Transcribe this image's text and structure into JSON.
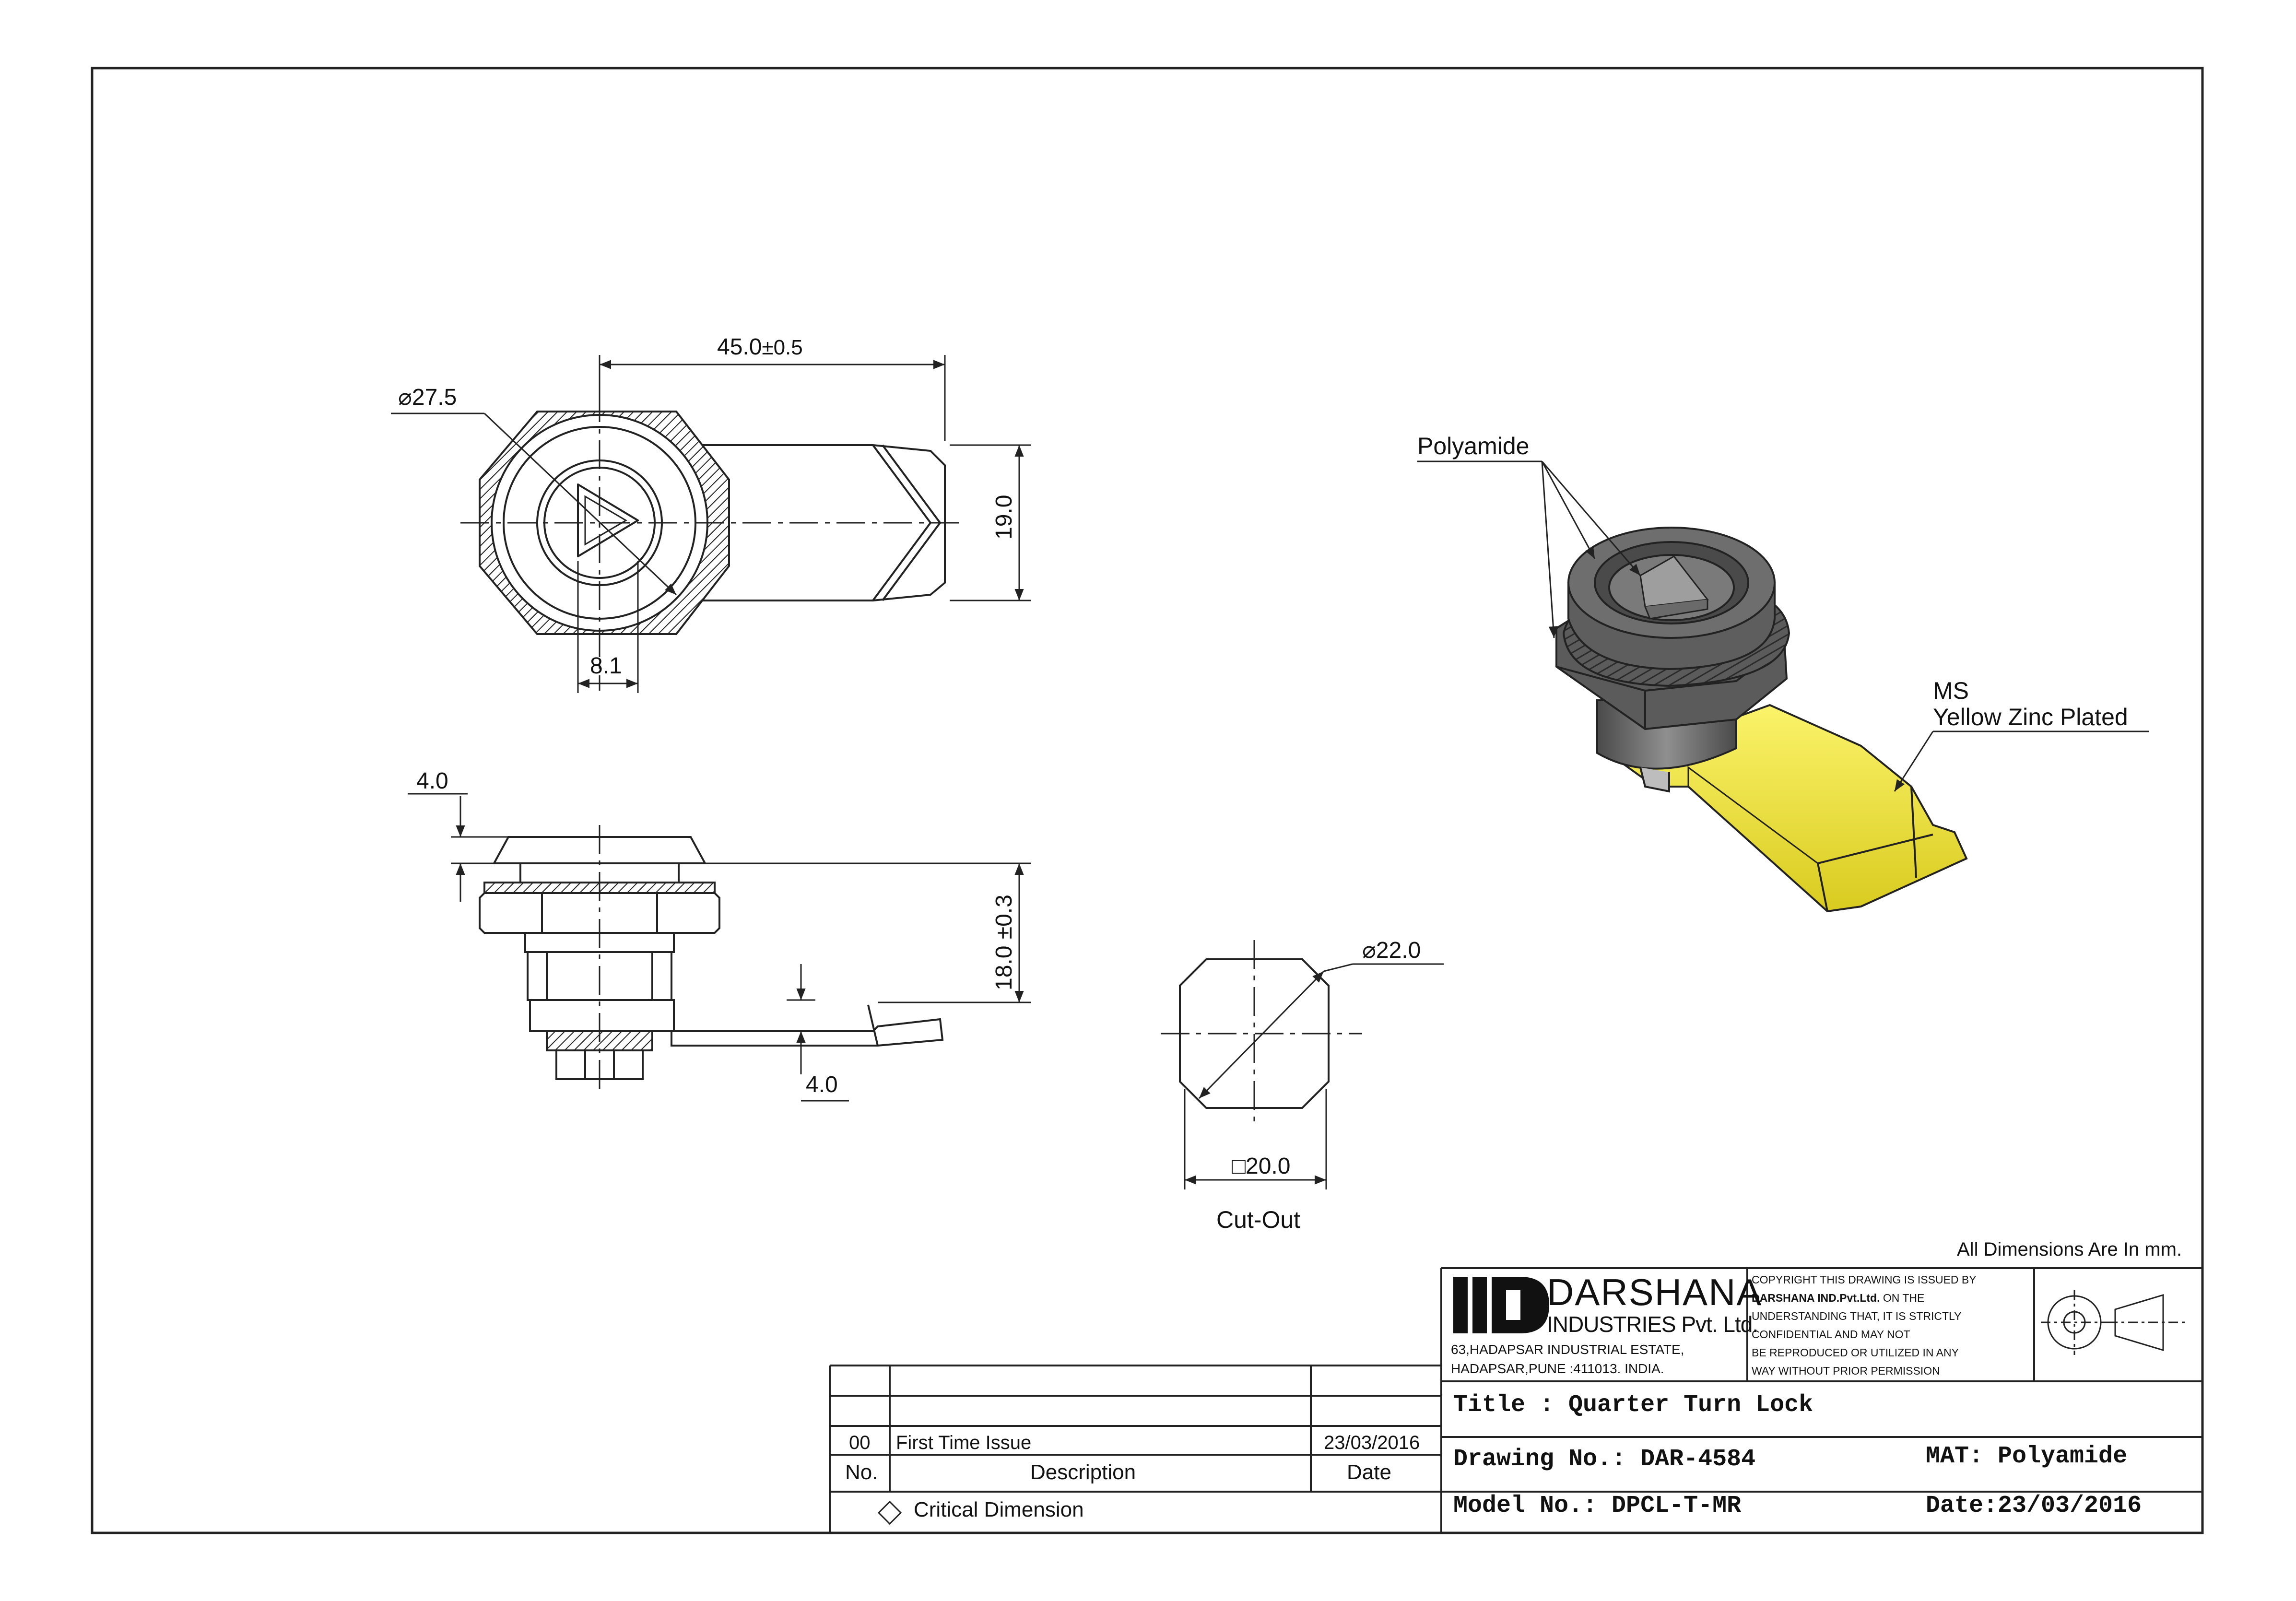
{
  "dimensions": {
    "hub_diameter": "27.5",
    "length": "45.0",
    "length_tolerance": "±0.5",
    "width": "19.0",
    "drive_size": "8.1",
    "head_thickness": "4.0",
    "grip_range": "18.0 ±0.3",
    "cam_thickness": "4.0",
    "cutout_diameter": "22.0",
    "cutout_square": "20.0",
    "cutout_caption": "Cut-Out"
  },
  "materials": {
    "callout_1": "Polyamide",
    "callout_2_line1": "MS",
    "callout_2_line2": "Yellow Zinc Plated"
  },
  "note": "All Dimensions Are In mm.",
  "company": {
    "name": "DARSHANA",
    "subtitle": "INDUSTRIES Pvt. Ltd.",
    "address_line1": "63,HADAPSAR INDUSTRIAL ESTATE,",
    "address_line2": "HADAPSAR,PUNE :411013. INDIA."
  },
  "copyright": {
    "line1": "COPYRIGHT THIS DRAWING IS ISSUED BY",
    "line2_bold": "DARSHANA IND.Pvt.Ltd.",
    "line2_rest": " ON THE",
    "line3": "UNDERSTANDING THAT, IT IS STRICTLY",
    "line4": "CONFIDENTIAL AND MAY NOT",
    "line5": "BE REPRODUCED OR UTILIZED IN ANY",
    "line6": "WAY WITHOUT PRIOR PERMISSION"
  },
  "title_block": {
    "title": "Title : Quarter Turn Lock",
    "drawing_no": "Drawing No.: DAR-4584",
    "material": "MAT: Polyamide",
    "model_no": "Model No.: DPCL-T-MR",
    "date": "Date:23/03/2016"
  },
  "revisions": {
    "headers": {
      "no": "No.",
      "description": "Description",
      "date": "Date"
    },
    "rows": [
      {
        "no": "00",
        "description": "First Time Issue",
        "date": "23/03/2016"
      }
    ],
    "legend": "Critical Dimension"
  },
  "colors": {
    "line": "#222222",
    "plated": "#f4ea3a",
    "plated_shade": "#c9bd1c",
    "polyamide": "#5b5b5b",
    "polyamide_light": "#8a8a8a"
  }
}
